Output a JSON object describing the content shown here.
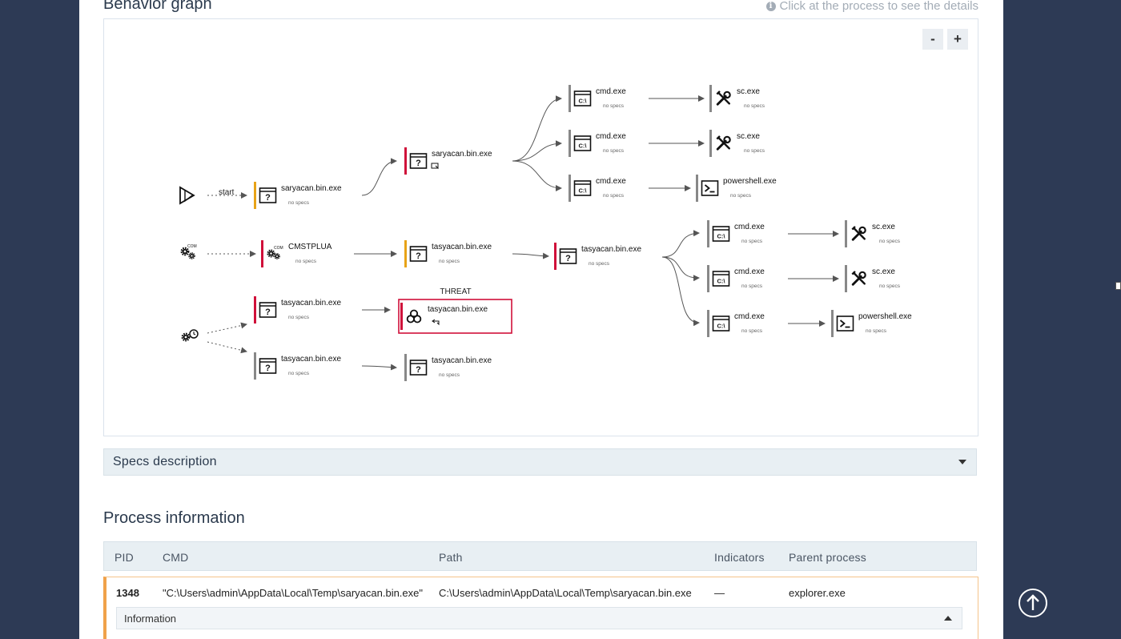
{
  "behavior": {
    "title": "Behavior graph",
    "hint": "Click at the process to see the details",
    "zoom_out": "-",
    "zoom_in": "+",
    "start_label": "start",
    "threat_label": "THREAT",
    "no_specs": "no specs",
    "nodes": [
      {
        "id": "n1",
        "name": "saryacan.bin.exe",
        "specs": "no specs",
        "bar": "#e8a317",
        "icon": "window-icon"
      },
      {
        "id": "n2",
        "name": "saryacan.bin.exe",
        "specs": "",
        "bar": "#d0103a",
        "icon": "window-icon"
      },
      {
        "id": "n3",
        "name": "cmd.exe",
        "specs": "no specs",
        "bar": "#888888",
        "icon": "cmd-icon"
      },
      {
        "id": "n4",
        "name": "cmd.exe",
        "specs": "no specs",
        "bar": "#888888",
        "icon": "cmd-icon"
      },
      {
        "id": "n5",
        "name": "cmd.exe",
        "specs": "no specs",
        "bar": "#888888",
        "icon": "cmd-icon"
      },
      {
        "id": "n6",
        "name": "sc.exe",
        "specs": "no specs",
        "bar": "#888888",
        "icon": "tools-icon"
      },
      {
        "id": "n7",
        "name": "sc.exe",
        "specs": "no specs",
        "bar": "#888888",
        "icon": "tools-icon"
      },
      {
        "id": "n8",
        "name": "powershell.exe",
        "specs": "no specs",
        "bar": "#888888",
        "icon": "powershell-icon"
      },
      {
        "id": "n9",
        "name": "CMSTPLUA",
        "specs": "no specs",
        "bar": "#d0103a",
        "icon": "com-gears-icon"
      },
      {
        "id": "n10",
        "name": "tasyacan.bin.exe",
        "specs": "no specs",
        "bar": "#e8a317",
        "icon": "window-icon"
      },
      {
        "id": "n11",
        "name": "tasyacan.bin.exe",
        "specs": "no specs",
        "bar": "#d0103a",
        "icon": "window-icon"
      },
      {
        "id": "n12",
        "name": "cmd.exe",
        "specs": "no specs",
        "bar": "#888888",
        "icon": "cmd-icon"
      },
      {
        "id": "n13",
        "name": "cmd.exe",
        "specs": "no specs",
        "bar": "#888888",
        "icon": "cmd-icon"
      },
      {
        "id": "n14",
        "name": "cmd.exe",
        "specs": "no specs",
        "bar": "#888888",
        "icon": "cmd-icon"
      },
      {
        "id": "n15",
        "name": "sc.exe",
        "specs": "no specs",
        "bar": "#888888",
        "icon": "tools-icon"
      },
      {
        "id": "n16",
        "name": "sc.exe",
        "specs": "no specs",
        "bar": "#888888",
        "icon": "tools-icon"
      },
      {
        "id": "n17",
        "name": "powershell.exe",
        "specs": "no specs",
        "bar": "#888888",
        "icon": "powershell-icon"
      },
      {
        "id": "n18",
        "name": "tasyacan.bin.exe",
        "specs": "no specs",
        "bar": "#d0103a",
        "icon": "window-icon"
      },
      {
        "id": "n19",
        "name": "tasyacan.bin.exe",
        "specs": "",
        "bar": "#d0103a",
        "icon": "biohazard-icon"
      },
      {
        "id": "n20",
        "name": "tasyacan.bin.exe",
        "specs": "no specs",
        "bar": "#888888",
        "icon": "window-icon"
      },
      {
        "id": "n21",
        "name": "tasyacan.bin.exe",
        "specs": "no specs",
        "bar": "#888888",
        "icon": "window-icon"
      }
    ]
  },
  "specs": {
    "label": "Specs description"
  },
  "process_info": {
    "title": "Process information",
    "columns": [
      "PID",
      "CMD",
      "Path",
      "Indicators",
      "Parent process"
    ],
    "rows": [
      {
        "pid": "1348",
        "cmd": "\"C:\\Users\\admin\\AppData\\Local\\Temp\\saryacan.bin.exe\"",
        "path": "C:\\Users\\admin\\AppData\\Local\\Temp\\saryacan.bin.exe",
        "indicators": "—",
        "parent": "explorer.exe",
        "accent": "#f0a24a"
      }
    ],
    "info_label": "Information"
  },
  "colors": {
    "page_bg": "#2d3a55",
    "header_bg": "#e8eff3",
    "threat": "#d0103a",
    "warning": "#e8a317",
    "neutral": "#888888"
  }
}
